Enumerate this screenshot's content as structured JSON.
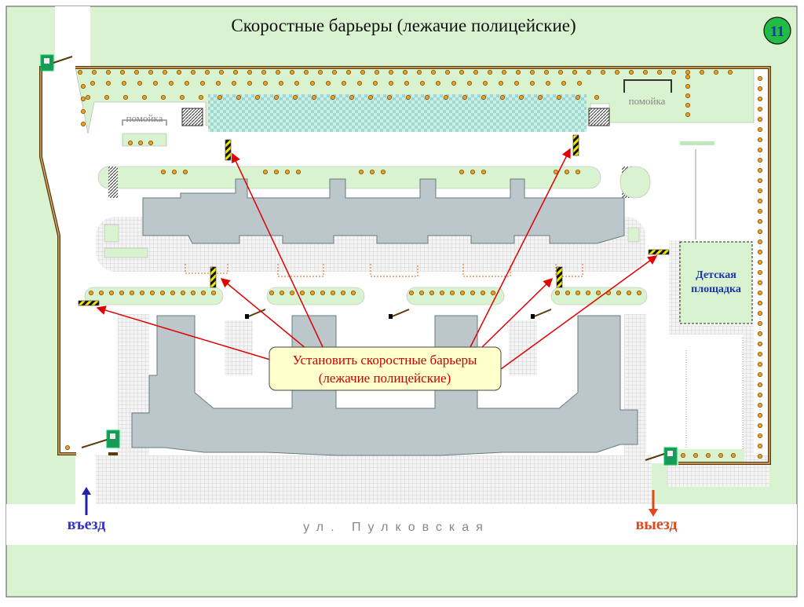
{
  "title": "Скоростные барьеры (лежачие полицейские)",
  "slide_number": "11",
  "labels": {
    "trash_left": "помойка",
    "trash_right": "помойка",
    "playground_line1": "Детская",
    "playground_line2": "площадка",
    "street": "ул. Пулковская",
    "entry": "въезд",
    "exit": "выезд"
  },
  "callout": {
    "line1": "Установить скоростные барьеры",
    "line2": "(лежачие полицейские)"
  },
  "colors": {
    "lawn": "#d9f2d0",
    "building": "#bcc7cc",
    "fence": "#5a3a0e",
    "arrow": "#e00000",
    "callout_bg": "#ffffcc",
    "callout_text": "#cc0000",
    "entry": "#3333cc",
    "exit": "#e0481b",
    "badge": "#22bb44"
  }
}
